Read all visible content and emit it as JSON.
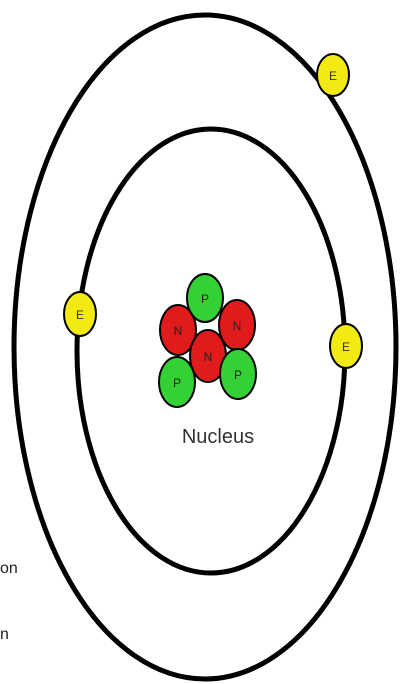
{
  "diagram": {
    "nucleus_label": "Nucleus",
    "particle_labels": {
      "electron": "E",
      "proton": "P",
      "neutron": "N"
    },
    "colors": {
      "electron": "#f2ea12",
      "proton": "#33d133",
      "neutron": "#e01b1b",
      "orbit": "#000000"
    },
    "side_text": [
      "on",
      "n"
    ]
  }
}
